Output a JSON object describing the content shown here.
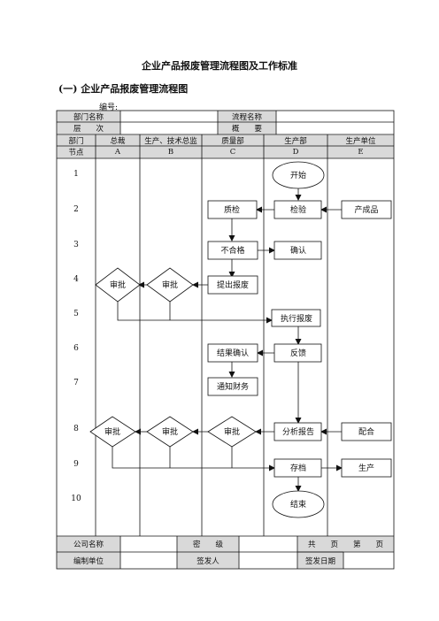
{
  "doc": {
    "title": "企业产品报废管理流程图及工作标准",
    "subtitle": "(一) 企业产品报废管理流程图",
    "serial_label": "编号:"
  },
  "header": {
    "dept_label": "部门名称",
    "dept_value": "",
    "process_label": "流程名称",
    "process_value": "",
    "level_label": "层　　次",
    "level_value": "",
    "summary_label": "概　　要",
    "summary_value": ""
  },
  "columns": {
    "dept_label": "部门",
    "node_label": "节点",
    "depts": [
      "总裁",
      "生产、技术总监",
      "质量部",
      "生产部",
      "生产单位"
    ],
    "letters": [
      "A",
      "B",
      "C",
      "D",
      "E"
    ]
  },
  "rows": [
    "1",
    "2",
    "3",
    "4",
    "5",
    "6",
    "7",
    "8",
    "9",
    "10"
  ],
  "nodes": {
    "start": "开始",
    "inspect": "检验",
    "finished": "产成品",
    "quality_check": "质检",
    "unqualified": "不合格",
    "confirm": "确认",
    "approve_a4": "审批",
    "approve_b4": "审批",
    "submit_scrap": "提出报废",
    "execute_scrap": "执行报废",
    "result_confirm": "结果确认",
    "feedback": "反馈",
    "notify_finance": "通知财务",
    "approve_a8": "审批",
    "approve_b8": "审批",
    "approve_c8": "审批",
    "analysis_report": "分析报告",
    "cooperate": "配合",
    "archive": "存档",
    "produce": "生产",
    "end": "结束"
  },
  "footer": {
    "company_label": "公司名称",
    "company_value": "",
    "secret_label": "密　　级",
    "secret_value": "",
    "pages_text": "共　　页　　第　　页",
    "unit_label": "编制单位",
    "unit_value": "",
    "issuer_label": "签发人",
    "issuer_value": "",
    "date_label": "签发日期",
    "date_value": ""
  }
}
